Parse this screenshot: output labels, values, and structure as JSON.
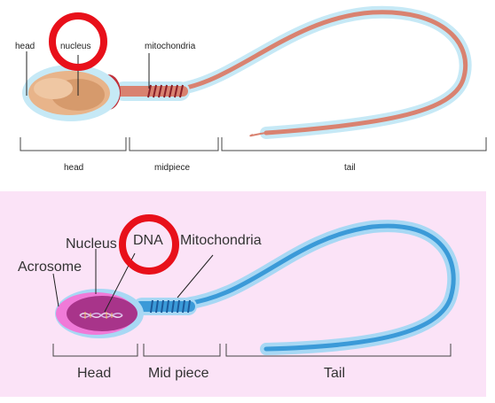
{
  "top_diagram": {
    "labels": {
      "head_top": "head",
      "nucleus": "nucleus",
      "mitochondria": "mitochondria",
      "head_bracket": "head",
      "midpiece_bracket": "midpiece",
      "tail_bracket": "tail"
    },
    "colors": {
      "outline": "#a8dcef",
      "head_fill": "#e8b48a",
      "nucleus_fill": "#dca277",
      "neck": "#c0303a",
      "tail": "#d98270",
      "highlight_circle": "#e8101a"
    }
  },
  "bottom_diagram": {
    "labels": {
      "acrosome": "Acrosome",
      "nucleus": "Nucleus",
      "dna": "DNA",
      "mitochondria": "Mitochondria",
      "head_bracket": "Head",
      "midpiece_bracket": "Mid piece",
      "tail_bracket": "Tail"
    },
    "colors": {
      "background": "#fbe3f7",
      "head_fill": "#a8348a",
      "acrosome": "#f07ad8",
      "tail": "#3b9ad8",
      "tail_glow": "#a8d8f4",
      "highlight_circle": "#e8101a"
    }
  }
}
